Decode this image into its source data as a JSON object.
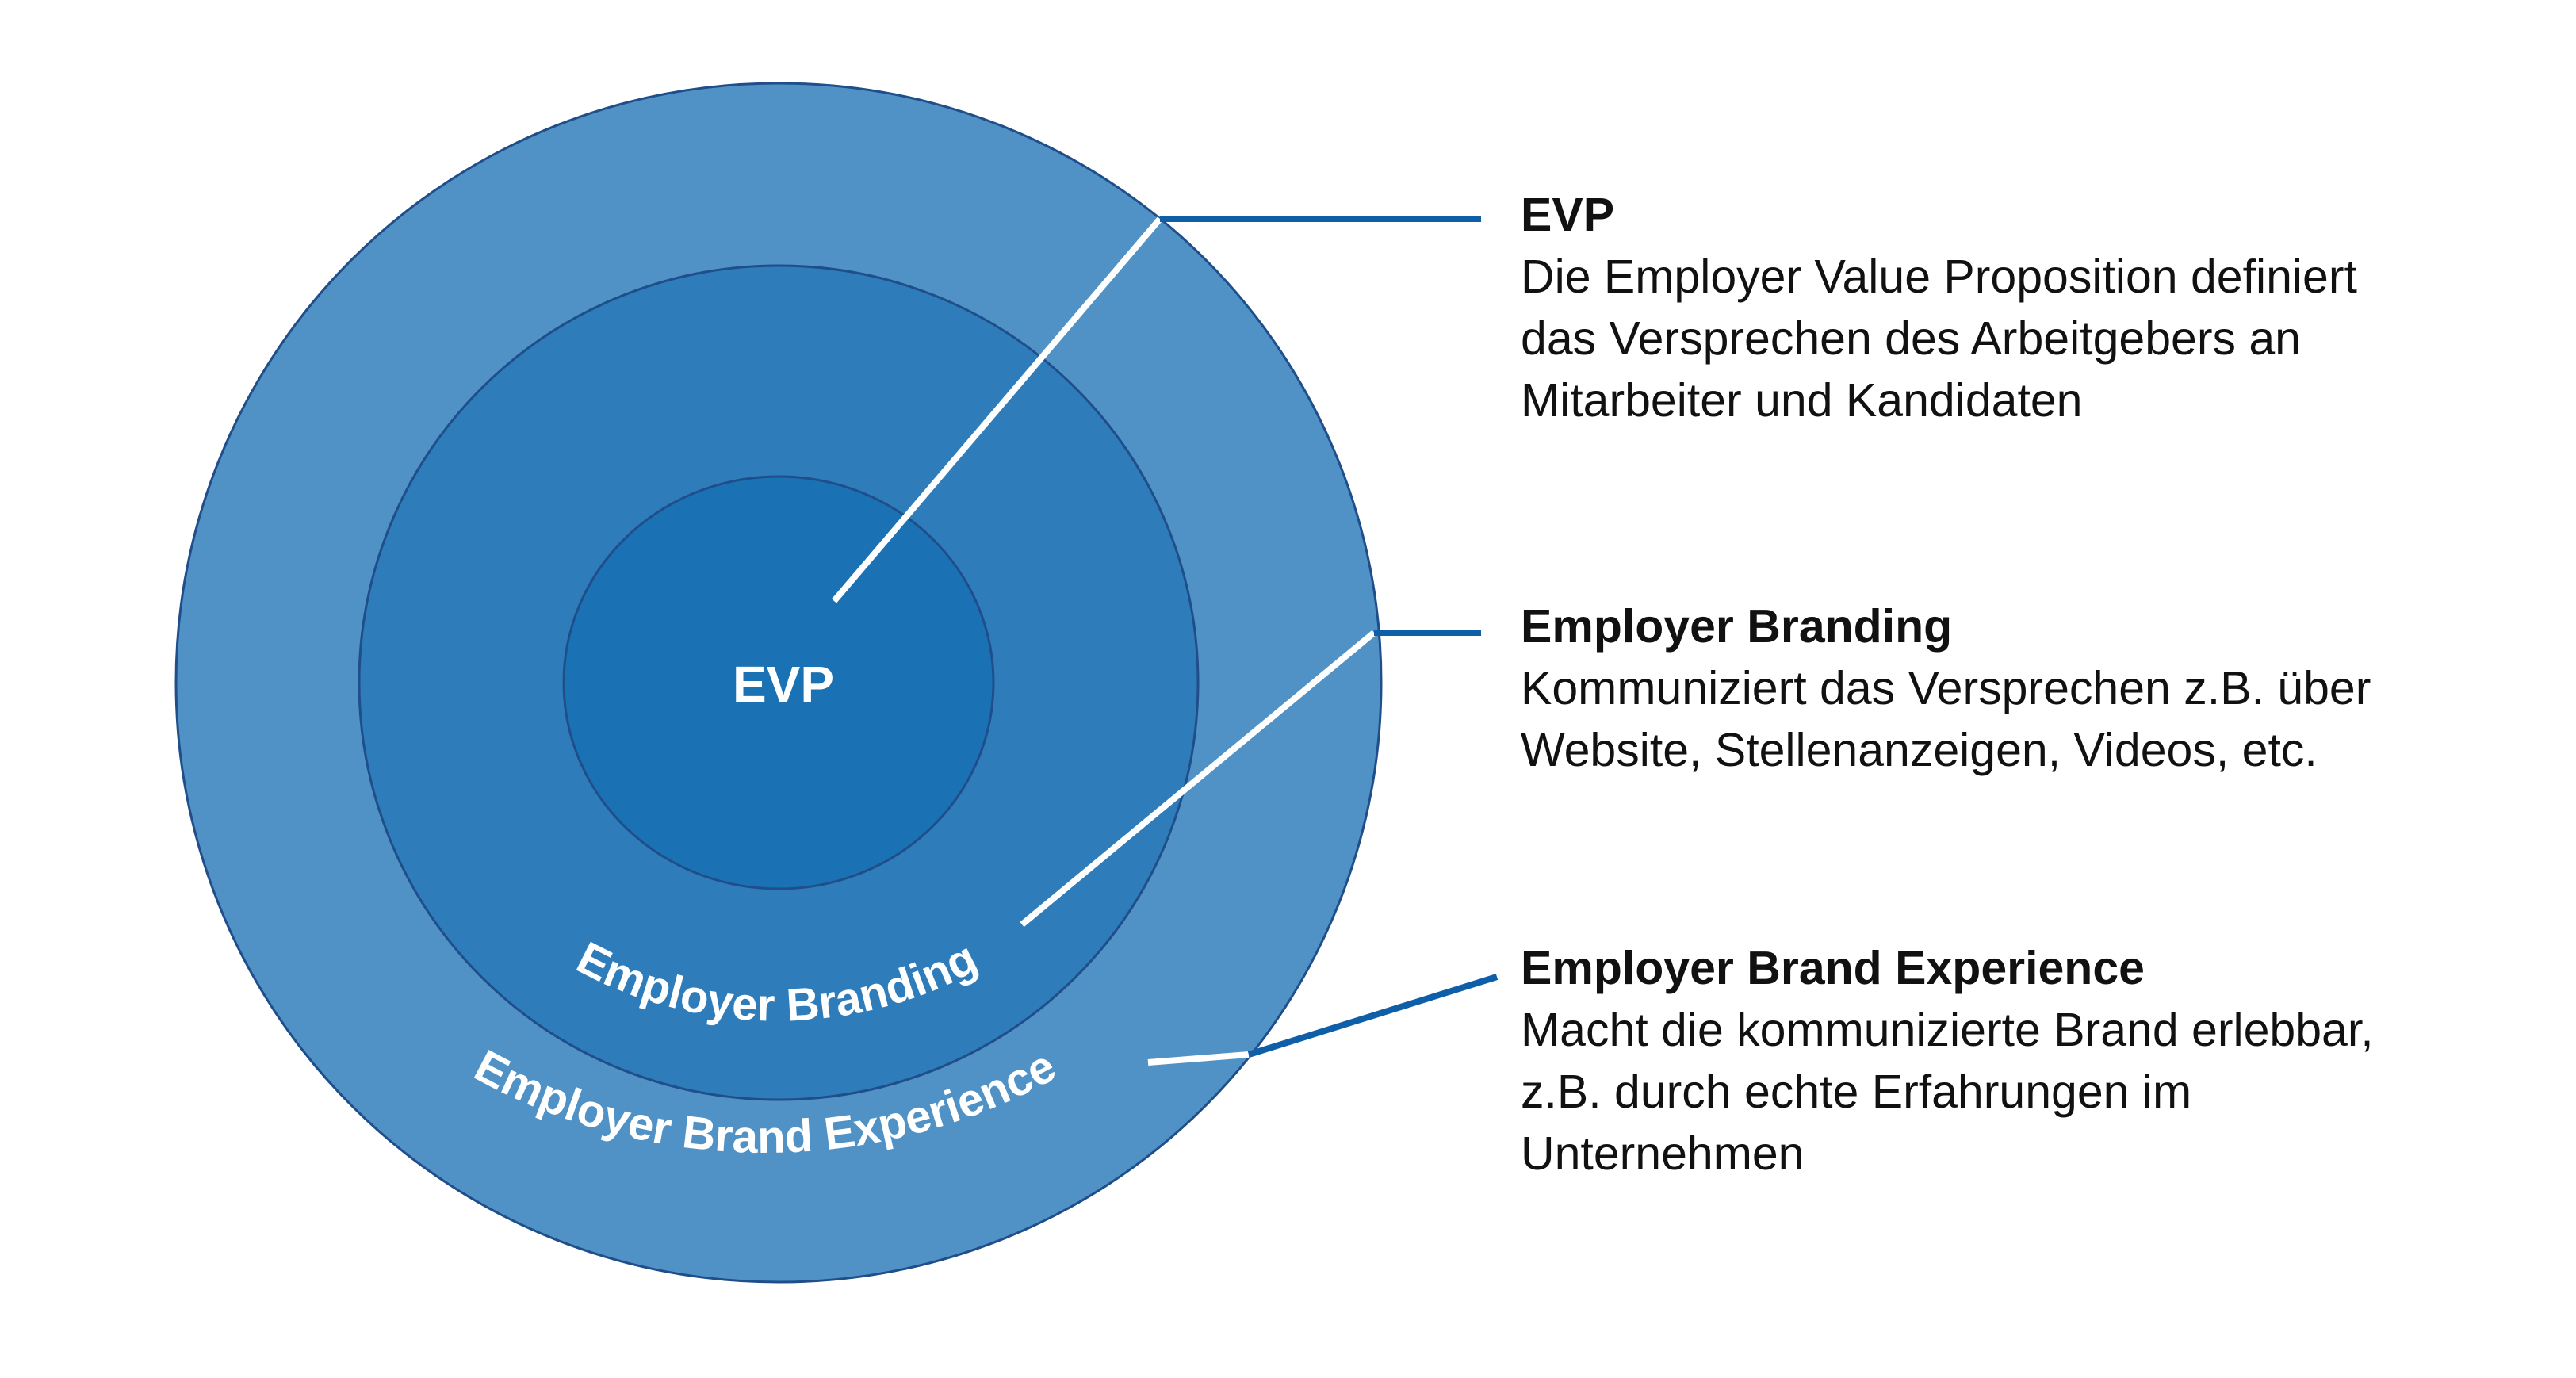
{
  "colors": {
    "outer_ring": "#5092c5",
    "middle_ring": "#2e7dba",
    "inner_circle": "#1a72b4",
    "ring_border": "#1f4e8a",
    "leader_line": "#0e5fa8",
    "pointer_line": "#ffffff",
    "label_text": "#ffffff",
    "body_text": "#111111"
  },
  "diagram": {
    "core_label": "EVP",
    "middle_label": "Employer Branding",
    "outer_label": "Employer Brand Experience"
  },
  "descriptions": [
    {
      "title": "EVP",
      "lines": [
        "Die Employer Value Proposition definiert",
        "das Versprechen des Arbeitgebers an",
        "Mitarbeiter und Kandidaten"
      ]
    },
    {
      "title": "Employer Branding",
      "lines": [
        "Kommuniziert das Versprechen z.B. über",
        "Website, Stellenanzeigen, Videos, etc."
      ]
    },
    {
      "title": "Employer Brand Experience",
      "lines": [
        "Macht die kommunizierte Brand erlebbar,",
        "z.B. durch echte Erfahrungen im",
        "Unternehmen"
      ]
    }
  ]
}
